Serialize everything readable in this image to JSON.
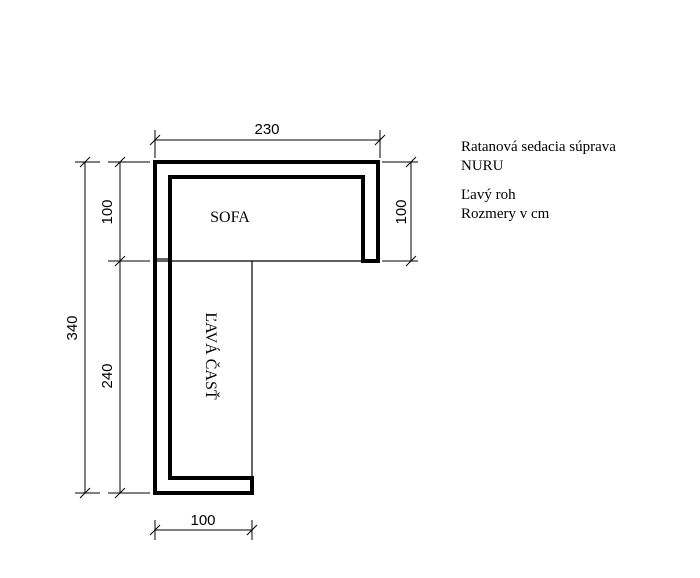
{
  "dimensions": {
    "top_width": "230",
    "left_total": "340",
    "left_upper": "100",
    "left_lower": "240",
    "right_depth": "100",
    "bottom_width": "100"
  },
  "labels": {
    "sofa": "SOFA",
    "left_part": "ĽAVÁ ČASŤ"
  },
  "notes": {
    "line1": "Ratanová sedacia súprava",
    "line2": "NURU",
    "line3": "Ľavý roh",
    "line4": "Rozmery v cm"
  },
  "colors": {
    "line": "#000000",
    "background": "#ffffff"
  }
}
